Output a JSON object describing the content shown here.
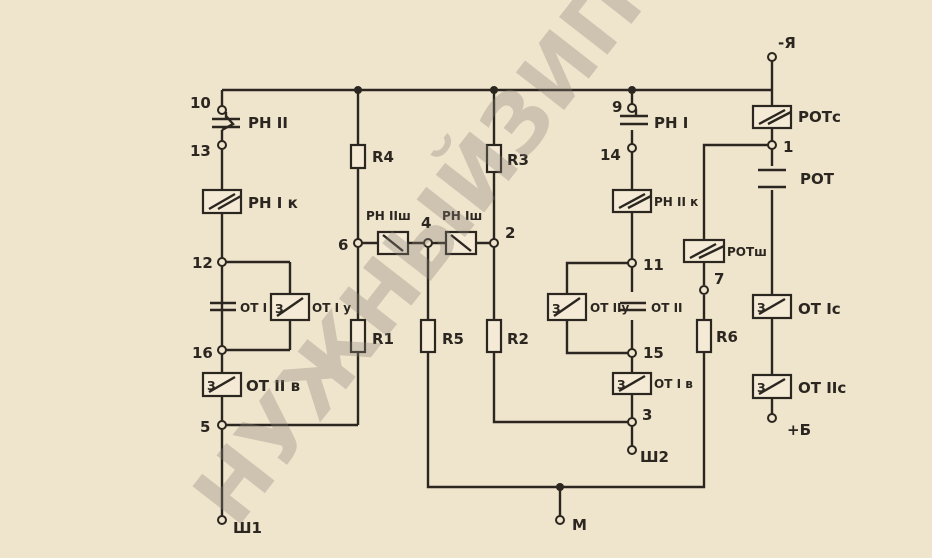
{
  "watermark": "НУЖНЫЙЗИП.РФ",
  "terminals": {
    "minus": "-Я",
    "plus": "+Б",
    "sh1": "Ш1",
    "sh2": "Ш2",
    "m": "М"
  },
  "nodes": [
    "10",
    "13",
    "12",
    "16",
    "5",
    "6",
    "4",
    "2",
    "9",
    "14",
    "11",
    "15",
    "3",
    "1",
    "7"
  ],
  "components": {
    "rn2": "РН II",
    "rn1k": "РН I к",
    "ot1": "ОТ I",
    "ot1u": "ОТ I у",
    "ot2v": "ОТ II в",
    "r4": "R4",
    "r1": "R1",
    "rn2sh": "РН IIш",
    "rn1sh": "РН Iш",
    "r5": "R5",
    "r3": "R3",
    "r2": "R2",
    "rn1": "РН I",
    "rn2k": "РН II к",
    "ot2u": "ОТ IIу",
    "ot2": "ОТ II",
    "ot1v": "ОТ I в",
    "potc": "РОТс",
    "pot": "РОТ",
    "potsh": "РОТш",
    "r6": "R6",
    "ot1c": "ОТ Iс",
    "ot2c": "ОТ IIс",
    "coil_mark": "З"
  }
}
